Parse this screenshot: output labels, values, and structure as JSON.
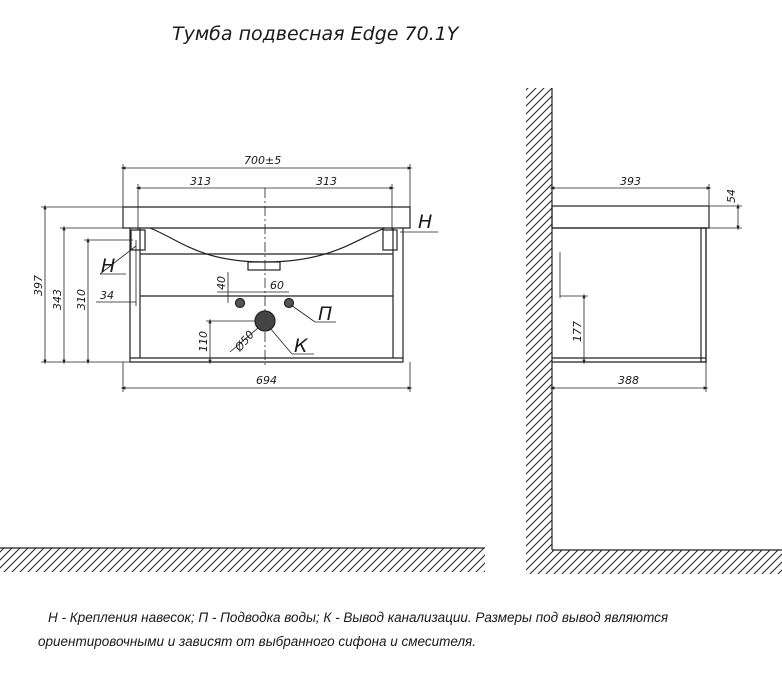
{
  "title": "Тумба подвесная Edge 70.1Y",
  "front": {
    "width_total": "700±5",
    "half_left": "313",
    "half_right": "313",
    "height_total": "397",
    "height_2": "343",
    "height_3": "310",
    "offset_34": "34",
    "bottom_width": "694",
    "dim_40": "40",
    "dim_60": "60",
    "dim_110": "110",
    "diameter": "Ø50"
  },
  "side": {
    "depth_top": "393",
    "top_thickness": "54",
    "height_177": "177",
    "depth_bottom": "388"
  },
  "labels": {
    "h_left": "Н",
    "h_right": "Н",
    "p": "П",
    "k": "К"
  },
  "notes": {
    "line1": "Н - Крепления навесок; П - Подводка воды; К - Вывод канализации. Размеры под вывод являются",
    "line2": "ориентировочными и зависят от выбранного сифона и смесителя."
  }
}
